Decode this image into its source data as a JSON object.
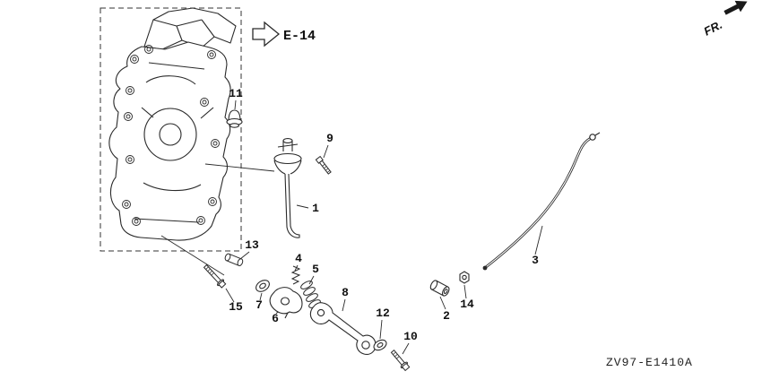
{
  "header": {
    "ref_label": "E-14",
    "fr_label": "FR."
  },
  "parts": [
    {
      "num": "1"
    },
    {
      "num": "2"
    },
    {
      "num": "3"
    },
    {
      "num": "4"
    },
    {
      "num": "5"
    },
    {
      "num": "6"
    },
    {
      "num": "7"
    },
    {
      "num": "8"
    },
    {
      "num": "9"
    },
    {
      "num": "10"
    },
    {
      "num": "11"
    },
    {
      "num": "12"
    },
    {
      "num": "13"
    },
    {
      "num": "14"
    },
    {
      "num": "15"
    }
  ],
  "footer": {
    "part_code": "ZV97-E1410A"
  },
  "colors": {
    "line": "#2a2a2a",
    "background": "#ffffff"
  }
}
